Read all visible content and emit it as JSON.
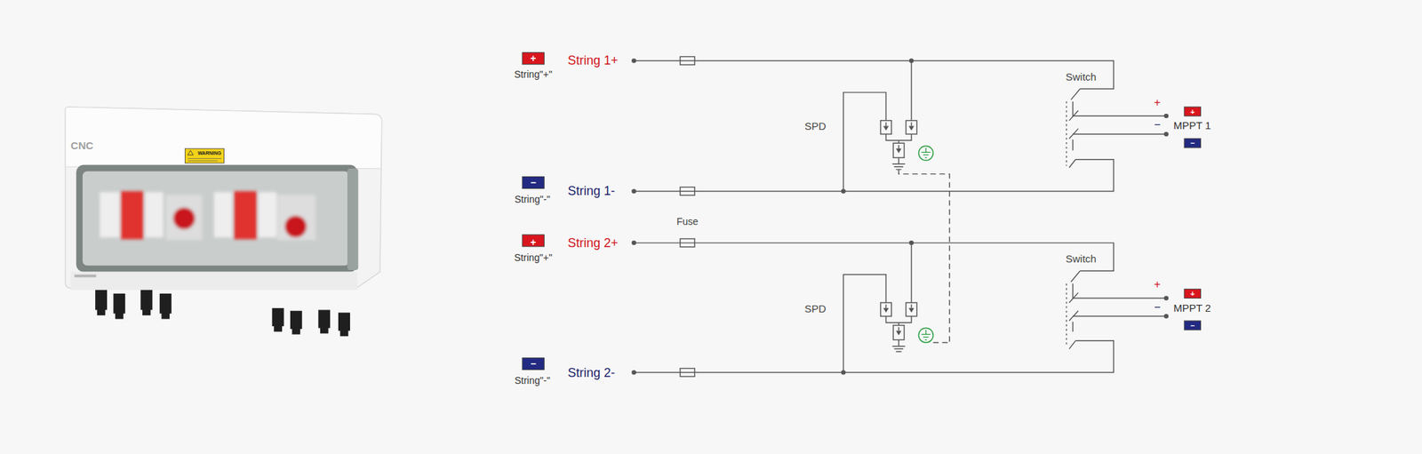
{
  "diagram": {
    "labels": [
      "CNC",
      "WARNING",
      "+",
      "String\"+\"",
      "String 1+",
      "−",
      "String\"-\"",
      "String 1-",
      "Fuse",
      "+",
      "String\"+\"",
      "String 2+",
      "−",
      "String\"-\"",
      "String 2-",
      "SPD",
      "Switch",
      "+",
      "−",
      "+",
      "MPPT 1",
      "−",
      "SPD",
      "Switch",
      "+",
      "−",
      "+",
      "MPPT 2",
      "−"
    ]
  }
}
